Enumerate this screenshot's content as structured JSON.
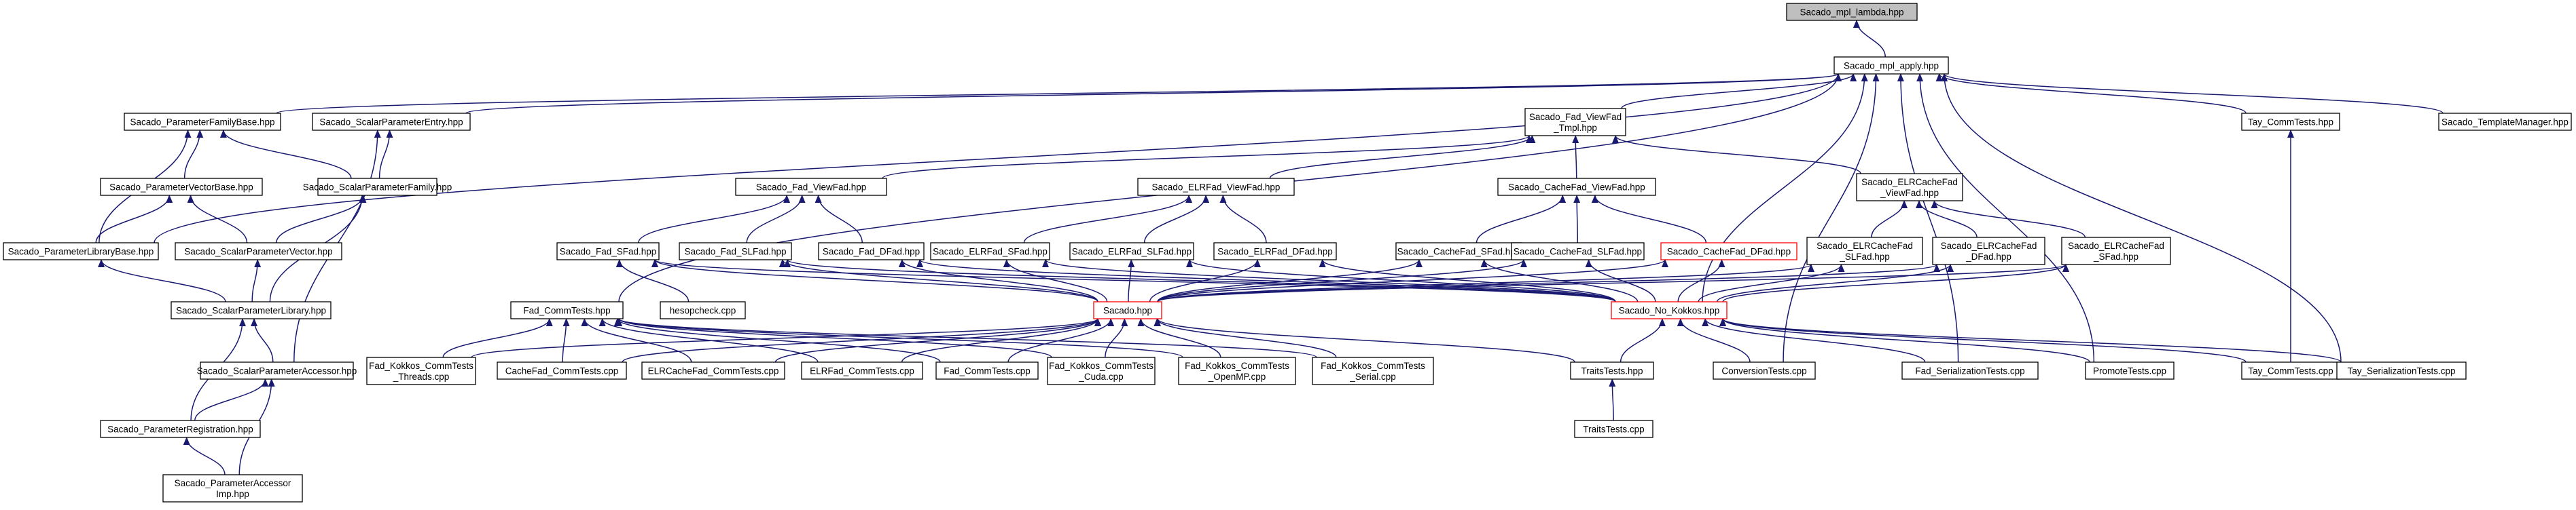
{
  "graph": {
    "colors": {
      "edge": "#191970",
      "node_border": "#000000",
      "highlight_border": "#ff0000",
      "root_fill": "#bfbfbf",
      "node_fill": "#ffffff"
    },
    "nodes": [
      {
        "id": "lambda",
        "lines": [
          "Sacado_mpl_lambda.hpp"
        ],
        "style": "root"
      },
      {
        "id": "apply",
        "lines": [
          "Sacado_mpl_apply.hpp"
        ]
      },
      {
        "id": "pfb",
        "lines": [
          "Sacado_ParameterFamilyBase.hpp"
        ]
      },
      {
        "id": "spe",
        "lines": [
          "Sacado_ScalarParameterEntry.hpp"
        ]
      },
      {
        "id": "fvtmpl",
        "lines": [
          "Sacado_Fad_ViewFad",
          "_Tmpl.hpp"
        ]
      },
      {
        "id": "taycomm",
        "lines": [
          "Tay_CommTests.hpp"
        ]
      },
      {
        "id": "tmgr",
        "lines": [
          "Sacado_TemplateManager.hpp"
        ]
      },
      {
        "id": "pvb",
        "lines": [
          "Sacado_ParameterVectorBase.hpp"
        ]
      },
      {
        "id": "spf",
        "lines": [
          "Sacado_ScalarParameterFamily.hpp"
        ]
      },
      {
        "id": "fadview",
        "lines": [
          "Sacado_Fad_ViewFad.hpp"
        ]
      },
      {
        "id": "elrview",
        "lines": [
          "Sacado_ELRFad_ViewFad.hpp"
        ]
      },
      {
        "id": "cacheview",
        "lines": [
          "Sacado_CacheFad_ViewFad.hpp"
        ]
      },
      {
        "id": "elrcview",
        "lines": [
          "Sacado_ELRCacheFad",
          "_ViewFad.hpp"
        ]
      },
      {
        "id": "plb",
        "lines": [
          "Sacado_ParameterLibraryBase.hpp"
        ]
      },
      {
        "id": "spv",
        "lines": [
          "Sacado_ScalarParameterVector.hpp"
        ]
      },
      {
        "id": "fadsfad",
        "lines": [
          "Sacado_Fad_SFad.hpp"
        ]
      },
      {
        "id": "fadslfad",
        "lines": [
          "Sacado_Fad_SLFad.hpp"
        ]
      },
      {
        "id": "faddfad",
        "lines": [
          "Sacado_Fad_DFad.hpp"
        ]
      },
      {
        "id": "elrsfad",
        "lines": [
          "Sacado_ELRFad_SFad.hpp"
        ]
      },
      {
        "id": "elrslfad",
        "lines": [
          "Sacado_ELRFad_SLFad.hpp"
        ]
      },
      {
        "id": "elrdfad",
        "lines": [
          "Sacado_ELRFad_DFad.hpp"
        ]
      },
      {
        "id": "cachesfad",
        "lines": [
          "Sacado_CacheFad_SFad.hpp"
        ]
      },
      {
        "id": "cacheslfad",
        "lines": [
          "Sacado_CacheFad_SLFad.hpp"
        ]
      },
      {
        "id": "cachedfad",
        "lines": [
          "Sacado_CacheFad_DFad.hpp"
        ],
        "style": "red"
      },
      {
        "id": "elrcslfad",
        "lines": [
          "Sacado_ELRCacheFad",
          "_SLFad.hpp"
        ]
      },
      {
        "id": "elrcdfad",
        "lines": [
          "Sacado_ELRCacheFad",
          "_DFad.hpp"
        ]
      },
      {
        "id": "elrcsfad",
        "lines": [
          "Sacado_ELRCacheFad",
          "_SFad.hpp"
        ]
      },
      {
        "id": "spl",
        "lines": [
          "Sacado_ScalarParameterLibrary.hpp"
        ]
      },
      {
        "id": "fadcomm",
        "lines": [
          "Fad_CommTests.hpp"
        ]
      },
      {
        "id": "hesopcheck",
        "lines": [
          "hesopcheck.cpp"
        ]
      },
      {
        "id": "sacado",
        "lines": [
          "Sacado.hpp"
        ],
        "style": "red"
      },
      {
        "id": "nokokkos",
        "lines": [
          "Sacado_No_Kokkos.hpp"
        ],
        "style": "red"
      },
      {
        "id": "fkthreads",
        "lines": [
          "Fad_Kokkos_CommTests",
          "_Threads.cpp"
        ]
      },
      {
        "id": "cachecomm",
        "lines": [
          "CacheFad_CommTests.cpp"
        ]
      },
      {
        "id": "elrcachecomm",
        "lines": [
          "ELRCacheFad_CommTests.cpp"
        ]
      },
      {
        "id": "elrfadcomm",
        "lines": [
          "ELRFad_CommTests.cpp"
        ]
      },
      {
        "id": "fadcommcpp",
        "lines": [
          "Fad_CommTests.cpp"
        ]
      },
      {
        "id": "fkcuda",
        "lines": [
          "Fad_Kokkos_CommTests",
          "_Cuda.cpp"
        ]
      },
      {
        "id": "fkopenmp",
        "lines": [
          "Fad_Kokkos_CommTests",
          "_OpenMP.cpp"
        ]
      },
      {
        "id": "fkserial",
        "lines": [
          "Fad_Kokkos_CommTests",
          "_Serial.cpp"
        ]
      },
      {
        "id": "spa",
        "lines": [
          "Sacado_ScalarParameterAccessor.hpp"
        ]
      },
      {
        "id": "traitshpp",
        "lines": [
          "TraitsTests.hpp"
        ]
      },
      {
        "id": "conversion",
        "lines": [
          "ConversionTests.cpp"
        ]
      },
      {
        "id": "fadser",
        "lines": [
          "Fad_SerializationTests.cpp"
        ]
      },
      {
        "id": "promote",
        "lines": [
          "PromoteTests.cpp"
        ]
      },
      {
        "id": "taycommcpp",
        "lines": [
          "Tay_CommTests.cpp"
        ]
      },
      {
        "id": "tayser",
        "lines": [
          "Tay_SerializationTests.cpp"
        ]
      },
      {
        "id": "preg",
        "lines": [
          "Sacado_ParameterRegistration.hpp"
        ]
      },
      {
        "id": "traitscpp",
        "lines": [
          "TraitsTests.cpp"
        ]
      },
      {
        "id": "paimpl",
        "lines": [
          "Sacado_ParameterAccessor",
          "Imp.hpp"
        ]
      }
    ],
    "edges": [
      [
        "apply",
        "lambda"
      ],
      [
        "pfb",
        "apply"
      ],
      [
        "spe",
        "apply"
      ],
      [
        "fvtmpl",
        "apply"
      ],
      [
        "taycomm",
        "apply"
      ],
      [
        "tmgr",
        "apply"
      ],
      [
        "plb",
        "apply"
      ],
      [
        "fadcomm",
        "apply"
      ],
      [
        "nokokkos",
        "apply"
      ],
      [
        "conversion",
        "apply"
      ],
      [
        "fadser",
        "apply"
      ],
      [
        "promote",
        "apply"
      ],
      [
        "tayser",
        "apply"
      ],
      [
        "pvb",
        "pfb"
      ],
      [
        "spf",
        "pfb"
      ],
      [
        "plb",
        "pfb"
      ],
      [
        "spf",
        "spe"
      ],
      [
        "spa",
        "spe"
      ],
      [
        "plb",
        "pvb"
      ],
      [
        "spv",
        "pvb"
      ],
      [
        "spv",
        "spf"
      ],
      [
        "spl",
        "spf"
      ],
      [
        "spl",
        "plb"
      ],
      [
        "spl",
        "spv"
      ],
      [
        "preg",
        "spl"
      ],
      [
        "spa",
        "spl"
      ],
      [
        "preg",
        "spa"
      ],
      [
        "paimpl",
        "spa"
      ],
      [
        "paimpl",
        "preg"
      ],
      [
        "fadview",
        "fvtmpl"
      ],
      [
        "elrview",
        "fvtmpl"
      ],
      [
        "cacheview",
        "fvtmpl"
      ],
      [
        "elrcview",
        "fvtmpl"
      ],
      [
        "fadsfad",
        "fadview"
      ],
      [
        "fadslfad",
        "fadview"
      ],
      [
        "faddfad",
        "fadview"
      ],
      [
        "elrsfad",
        "elrview"
      ],
      [
        "elrslfad",
        "elrview"
      ],
      [
        "elrdfad",
        "elrview"
      ],
      [
        "cachesfad",
        "cacheview"
      ],
      [
        "cacheslfad",
        "cacheview"
      ],
      [
        "cachedfad",
        "cacheview"
      ],
      [
        "elrcslfad",
        "elrcview"
      ],
      [
        "elrcdfad",
        "elrcview"
      ],
      [
        "elrcsfad",
        "elrcview"
      ],
      [
        "hesopcheck",
        "fadsfad"
      ],
      [
        "sacado",
        "fadsfad"
      ],
      [
        "sacado",
        "fadslfad"
      ],
      [
        "sacado",
        "faddfad"
      ],
      [
        "sacado",
        "elrsfad"
      ],
      [
        "sacado",
        "elrslfad"
      ],
      [
        "sacado",
        "elrdfad"
      ],
      [
        "sacado",
        "cachesfad"
      ],
      [
        "sacado",
        "cacheslfad"
      ],
      [
        "sacado",
        "cachedfad"
      ],
      [
        "sacado",
        "elrcslfad"
      ],
      [
        "sacado",
        "elrcdfad"
      ],
      [
        "sacado",
        "elrcsfad"
      ],
      [
        "nokokkos",
        "fadsfad"
      ],
      [
        "nokokkos",
        "fadslfad"
      ],
      [
        "nokokkos",
        "faddfad"
      ],
      [
        "nokokkos",
        "elrsfad"
      ],
      [
        "nokokkos",
        "elrslfad"
      ],
      [
        "nokokkos",
        "elrdfad"
      ],
      [
        "nokokkos",
        "cachesfad"
      ],
      [
        "nokokkos",
        "cacheslfad"
      ],
      [
        "nokokkos",
        "cachedfad"
      ],
      [
        "nokokkos",
        "elrcslfad"
      ],
      [
        "nokokkos",
        "elrcdfad"
      ],
      [
        "nokokkos",
        "elrcsfad"
      ],
      [
        "fkthreads",
        "fadcomm"
      ],
      [
        "cachecomm",
        "fadcomm"
      ],
      [
        "elrcachecomm",
        "fadcomm"
      ],
      [
        "elrfadcomm",
        "fadcomm"
      ],
      [
        "fadcommcpp",
        "fadcomm"
      ],
      [
        "fkcuda",
        "fadcomm"
      ],
      [
        "fkopenmp",
        "fadcomm"
      ],
      [
        "fkserial",
        "fadcomm"
      ],
      [
        "fkthreads",
        "sacado"
      ],
      [
        "cachecomm",
        "sacado"
      ],
      [
        "elrcachecomm",
        "sacado"
      ],
      [
        "elrfadcomm",
        "sacado"
      ],
      [
        "fadcommcpp",
        "sacado"
      ],
      [
        "fkcuda",
        "sacado"
      ],
      [
        "fkopenmp",
        "sacado"
      ],
      [
        "fkserial",
        "sacado"
      ],
      [
        "traitshpp",
        "sacado"
      ],
      [
        "traitshpp",
        "nokokkos"
      ],
      [
        "conversion",
        "nokokkos"
      ],
      [
        "fadser",
        "nokokkos"
      ],
      [
        "promote",
        "nokokkos"
      ],
      [
        "taycommcpp",
        "nokokkos"
      ],
      [
        "tayser",
        "nokokkos"
      ],
      [
        "taycommcpp",
        "taycomm"
      ],
      [
        "traitscpp",
        "traitshpp"
      ]
    ]
  }
}
